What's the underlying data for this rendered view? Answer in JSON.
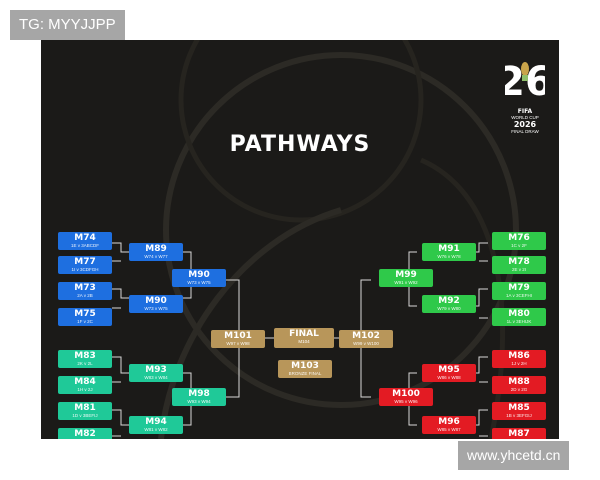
{
  "watermark_top": "TG: MYYJJPP",
  "watermark_bottom": "www.yhcetd.cn",
  "poster": {
    "title": "PATHWAYS",
    "logo": {
      "line1": "FIFA",
      "line2": "WORLD CUP",
      "line3": "2026",
      "line4": "FINAL DRAW"
    }
  },
  "matches": {
    "m74": {
      "code": "M74",
      "sub": "1E v 3ABCDF"
    },
    "m77": {
      "code": "M77",
      "sub": "1I v 3CDFGH"
    },
    "m73": {
      "code": "M73",
      "sub": "2A v 2B"
    },
    "m75": {
      "code": "M75",
      "sub": "1F v 2C"
    },
    "m83": {
      "code": "M83",
      "sub": "2K v 2L"
    },
    "m84": {
      "code": "M84",
      "sub": "1H v 2J"
    },
    "m81": {
      "code": "M81",
      "sub": "1D v 3BEFIJ"
    },
    "m82": {
      "code": "M82",
      "sub": ""
    },
    "m89": {
      "code": "M89",
      "sub": "W74 v W77"
    },
    "m90": {
      "code": "M90",
      "sub": "W73 v W75"
    },
    "m90b": {
      "code": "M90",
      "sub": "W73 v W75"
    },
    "m93": {
      "code": "M93",
      "sub": "W83 v W84"
    },
    "m94": {
      "code": "M94",
      "sub": "W81 v W82"
    },
    "m98": {
      "code": "M98",
      "sub": "W93 v W94"
    },
    "m101": {
      "code": "M101",
      "sub": "W97 v W98"
    },
    "final": {
      "code": "FINAL",
      "sub": "M104"
    },
    "m103": {
      "code": "M103",
      "sub": "BRONZE FINAL"
    },
    "m102": {
      "code": "M102",
      "sub": "W99 v W100"
    },
    "m99": {
      "code": "M99",
      "sub": "W91 v W92"
    },
    "m100": {
      "code": "M100",
      "sub": "W95 v W96"
    },
    "m91": {
      "code": "M91",
      "sub": "W76 v W78"
    },
    "m92": {
      "code": "M92",
      "sub": "W79 v W80"
    },
    "m95": {
      "code": "M95",
      "sub": "W86 v W88"
    },
    "m96": {
      "code": "M96",
      "sub": "W85 v W87"
    },
    "m76": {
      "code": "M76",
      "sub": "1C v 2F"
    },
    "m78": {
      "code": "M78",
      "sub": "2E v 2I"
    },
    "m79": {
      "code": "M79",
      "sub": "1A v 3CEFHI"
    },
    "m80": {
      "code": "M80",
      "sub": "1L v 3EHIJK"
    },
    "m86": {
      "code": "M86",
      "sub": "1J v 2H"
    },
    "m88": {
      "code": "M88",
      "sub": "2D v 2G"
    },
    "m85": {
      "code": "M85",
      "sub": "1B v 3EFGIJ"
    },
    "m87": {
      "code": "M87",
      "sub": ""
    }
  },
  "colors": {
    "blue": "#1e6fe0",
    "teal": "#1fc998",
    "green": "#2fc94a",
    "red": "#e31b23",
    "gold": "#b8965a",
    "background": "#1b1a18"
  }
}
